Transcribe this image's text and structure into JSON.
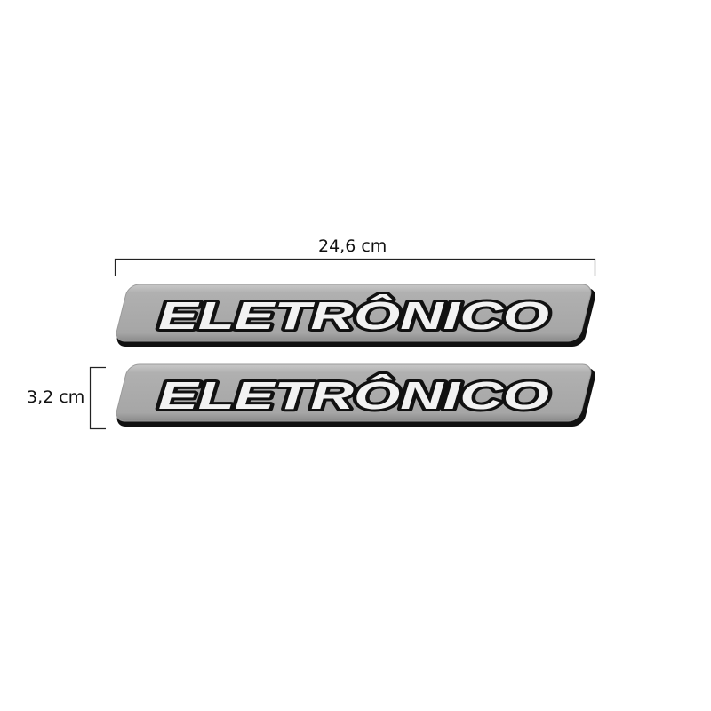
{
  "dimensions": {
    "width_label": "24,6 cm",
    "height_label": "3,2 cm"
  },
  "emblems": [
    {
      "text": "ELETRÔNICO"
    },
    {
      "text": "ELETRÔNICO"
    }
  ],
  "colors": {
    "plate": "#a9a9a9",
    "plate_edge": "#1a1a1a",
    "letter_fill": "#f2f2f2",
    "letter_outline": "#111111"
  }
}
